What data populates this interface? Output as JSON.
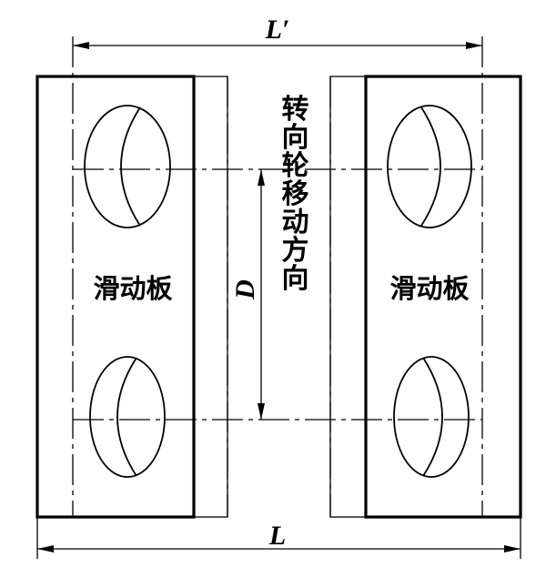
{
  "labels": {
    "top_dimension": "L′",
    "bottom_dimension": "L",
    "vertical_dimension": "D",
    "left_plate": "滑动板",
    "right_plate": "滑动板",
    "direction_text": "转向轮移动方向"
  }
}
